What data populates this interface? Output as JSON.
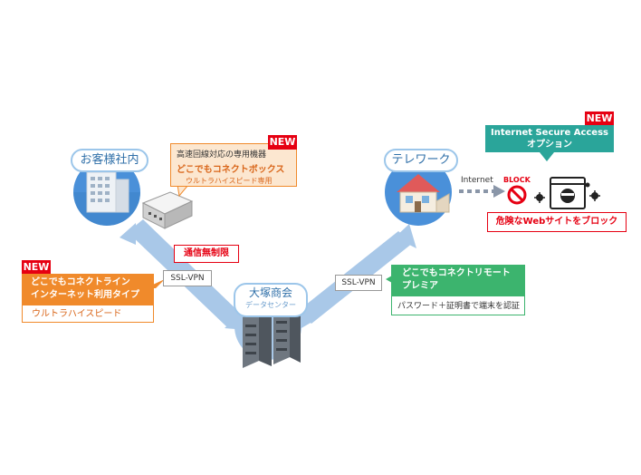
{
  "nodes": {
    "office": {
      "label": "お客様社内"
    },
    "telework": {
      "label": "テレワーク"
    },
    "datacenter": {
      "label": "大塚商会",
      "sublabel": "データセンター"
    }
  },
  "box_device": {
    "line1": "高速回線対応の専用機器",
    "line2": "どこでもコネクトボックス",
    "line3": "ウルトラハイスピード専用",
    "badge": "NEW"
  },
  "box_line": {
    "line1": "どこでもコネクトライン",
    "line2": "インターネット利用タイプ",
    "line3": "ウルトラハイスピード",
    "badge": "NEW"
  },
  "box_remote": {
    "line1": "どこでもコネクトリモート",
    "line2": "プレミア",
    "line3": "パスワード＋証明書で端末を認証"
  },
  "box_isa": {
    "line1": "Internet Secure Access",
    "line2": "オプション",
    "badge": "NEW",
    "block_label": "BLOCK",
    "caption": "危険なWebサイトをブロック"
  },
  "labels": {
    "unlimited": "通信無制限",
    "ssl_left": "SSL-VPN",
    "ssl_right": "SSL-VPN",
    "internet": "Internet"
  },
  "colors": {
    "orange": "#f08a2b",
    "green": "#3cb46e",
    "teal": "#2aa59a",
    "red": "#e60012",
    "arrow": "#a9c8e8"
  }
}
